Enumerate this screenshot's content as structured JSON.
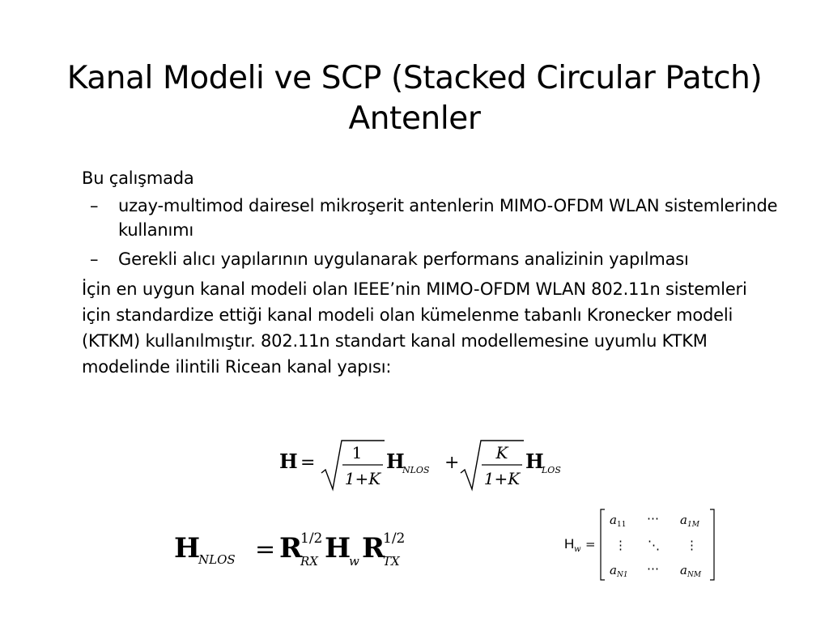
{
  "slide": {
    "title_line1": "Kanal Modeli ve SCP (Stacked Circular Patch)",
    "title_line2": "Antenler",
    "intro": "Bu çalışmada",
    "bullets": [
      "uzay-multimod  dairesel mikroşerit antenlerin MIMO-OFDM WLAN sistemlerinde kullanımı",
      "Gerekli alıcı yapılarının uygulanarak performans analizinin yapılması"
    ],
    "bullet_marker": "–",
    "paragraph": "İçin en uygun kanal modeli olan IEEE’nin MIMO-OFDM WLAN 802.11n sistemleri için standardize ettiği kanal modeli olan kümelenme tabanlı Kronecker modeli (KTKM) kullanılmıştır. 802.11n standart kanal modellemesine uyumlu KTKM modelinde ilintili Ricean kanal yapısı:"
  },
  "equations": {
    "eq1": {
      "lhs": "H",
      "equals": "=",
      "frac1_num": "1",
      "frac1_den": "1+K",
      "term1": "H",
      "term1_sub": "NLOS",
      "plus": "+",
      "frac2_num": "K",
      "frac2_den": "1+K",
      "term2": "H",
      "term2_sub": "LOS"
    },
    "eq2": {
      "lhs": "H",
      "lhs_sub": "NLOS",
      "equals": "=",
      "r1": "R",
      "r1_sup": "1/2",
      "r1_sub": "RX",
      "hw": "H",
      "hw_sub": "w",
      "r2": "R",
      "r2_sup": "1/2",
      "r2_sub": "TX"
    },
    "eq3": {
      "lhs": "H",
      "lhs_sub": "w",
      "equals": "=",
      "a11": "a",
      "a11_sub": "11",
      "dots_h": "⋯",
      "a1M": "a",
      "a1M_sub": "1M",
      "vdots": "⋮",
      "ddots": "⋱",
      "aN1": "a",
      "aN1_sub": "N1",
      "aNM": "a",
      "aNM_sub": "NM"
    }
  }
}
